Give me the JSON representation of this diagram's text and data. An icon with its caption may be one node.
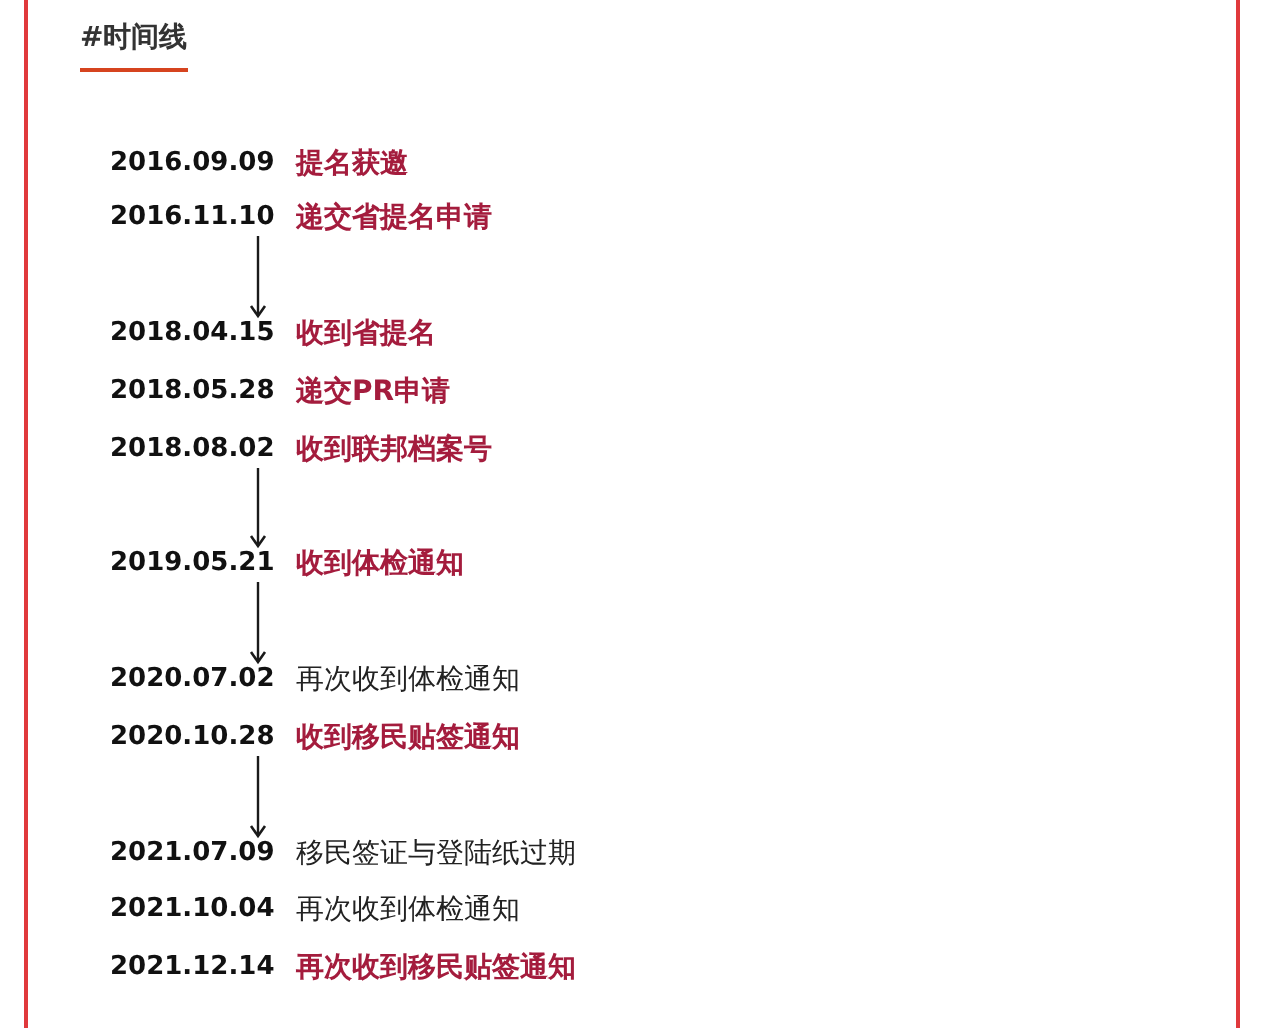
{
  "diagram": {
    "title": "#时间线",
    "nodes": [
      {
        "text": [
          "2016.09.09",
          "提名获邀"
        ]
      },
      {
        "text": [
          "2016.11.10",
          "递交省提名申请"
        ]
      },
      {
        "text": [
          "2018.04.15",
          "收到省提名"
        ]
      },
      {
        "text": [
          "2018.05.28",
          "递交PR申请"
        ]
      },
      {
        "text": [
          "2018.08.02",
          "收到联邦档案号"
        ]
      },
      {
        "text": [
          "2019.05.21",
          "收到体检通知"
        ]
      },
      {
        "text": [
          "2020.07.02",
          "再次收到体检通知"
        ]
      },
      {
        "text": [
          "2020.10.28",
          "收到移民贴签通知"
        ]
      },
      {
        "text": [
          "2021.07.09",
          "移民签证与登陆纸过期"
        ]
      },
      {
        "text": [
          "2021.10.04",
          "再次收到体检通知"
        ]
      },
      {
        "text": [
          "2021.12.14",
          "再次收到移民贴签通知"
        ]
      }
    ],
    "edges": [
      {
        "from": 1,
        "to": 2,
        "arrow": "to"
      },
      {
        "from": 4,
        "to": 5,
        "arrow": "to"
      },
      {
        "from": 5,
        "to": 6,
        "arrow": "to"
      },
      {
        "from": 7,
        "to": 8,
        "arrow": "to"
      }
    ]
  }
}
